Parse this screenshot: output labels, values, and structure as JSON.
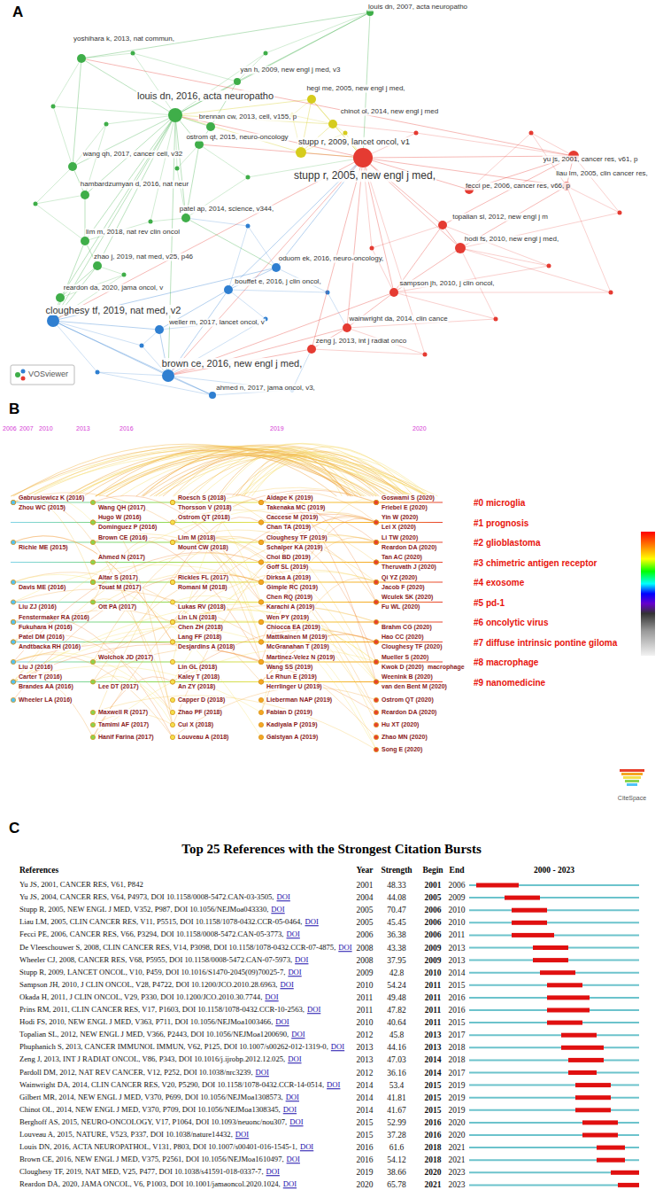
{
  "diagram": {
    "nodes": [
      {
        "text": [
          "louis dn, 2007, acta neuropatho"
        ]
      },
      {
        "text": [
          "yoshihara k, 2013, nat commun,"
        ]
      },
      {
        "text": [
          "yan h, 2009, new engl j med, v3"
        ]
      },
      {
        "text": [
          "hegi me, 2005, new engl j med,"
        ]
      },
      {
        "text": [
          "louis dn, 2016, acta neuropatho"
        ]
      },
      {
        "text": [
          "brennan cw, 2013, cell, v155, p"
        ]
      },
      {
        "text": [
          "chinot ol, 2014, new engl j med"
        ]
      },
      {
        "text": [
          "ostrom qt, 2015, neuro-oncology"
        ]
      },
      {
        "text": [
          "wang qh, 2017, cancer cell, v32"
        ]
      },
      {
        "text": [
          "stupp r, 2009, lancet oncol, v1"
        ]
      },
      {
        "text": [
          "stupp r, 2005, new engl j med,"
        ]
      },
      {
        "text": [
          "hambardzumyan d, 2016, nat neur"
        ]
      },
      {
        "text": [
          "yu js, 2001, cancer res, v61, p"
        ]
      },
      {
        "text": [
          "fecci pe, 2006, cancer res, v66, p"
        ]
      },
      {
        "text": [
          "liau lm, 2005, clin cancer res,"
        ]
      },
      {
        "text": [
          "patel ap, 2014, science, v344,"
        ]
      },
      {
        "text": [
          "topalian sl, 2012, new engl j m"
        ]
      },
      {
        "text": [
          "lim m, 2018, nat rev clin oncol"
        ]
      },
      {
        "text": [
          "hodi fs, 2010, new engl j med,"
        ]
      },
      {
        "text": [
          "zhao j, 2019, nat med, v25, p46"
        ]
      },
      {
        "text": [
          "oduom ek, 2016, neuro-oncology,"
        ]
      },
      {
        "text": [
          "bouffet e, 2016, j clin oncol,"
        ]
      },
      {
        "text": [
          "sampson jh, 2010, j clin oncol,"
        ]
      },
      {
        "text": [
          "reardon da, 2020, jama oncol, v"
        ]
      },
      {
        "text": [
          "cloughesy tf, 2019, nat med, v2"
        ]
      },
      {
        "text": [
          "weller m, 2017, lancet oncol, v"
        ]
      },
      {
        "text": [
          "wainwright da, 2014, clin cance"
        ]
      },
      {
        "text": [
          "zeng j, 2013, int j radiat onco"
        ]
      },
      {
        "text": [
          "brown ce, 2016, new engl j med,"
        ]
      },
      {
        "text": [
          "ahmed n, 2017, jama oncol, v3,"
        ]
      }
    ],
    "edges": [
      {
        "from": 4,
        "to": 0,
        "arrow": "none"
      },
      {
        "from": 4,
        "to": 1,
        "arrow": "none"
      },
      {
        "from": 4,
        "to": 2,
        "arrow": "none"
      },
      {
        "from": 4,
        "to": 5,
        "arrow": "none"
      },
      {
        "from": 4,
        "to": 7,
        "arrow": "none"
      },
      {
        "from": 4,
        "to": 8,
        "arrow": "none"
      },
      {
        "from": 4,
        "to": 11,
        "arrow": "none"
      },
      {
        "from": 4,
        "to": 15,
        "arrow": "none"
      },
      {
        "from": 4,
        "to": 17,
        "arrow": "none"
      },
      {
        "from": 4,
        "to": 19,
        "arrow": "none"
      },
      {
        "from": 4,
        "to": 23,
        "arrow": "none"
      },
      {
        "from": 5,
        "to": 2,
        "arrow": "none"
      },
      {
        "from": 5,
        "to": 7,
        "arrow": "none"
      },
      {
        "from": 1,
        "to": 8,
        "arrow": "none"
      },
      {
        "from": 8,
        "to": 11,
        "arrow": "none"
      },
      {
        "from": 11,
        "to": 17,
        "arrow": "none"
      },
      {
        "from": 17,
        "to": 19,
        "arrow": "none"
      },
      {
        "from": 19,
        "to": 23,
        "arrow": "none"
      },
      {
        "from": 15,
        "to": 7,
        "arrow": "none"
      },
      {
        "from": 1,
        "to": 0,
        "arrow": "none"
      },
      {
        "from": 2,
        "to": 0,
        "arrow": "none"
      },
      {
        "from": 3,
        "to": 6,
        "arrow": "none"
      },
      {
        "from": 3,
        "to": 9,
        "arrow": "none"
      },
      {
        "from": 6,
        "to": 9,
        "arrow": "none"
      },
      {
        "from": 3,
        "to": 10,
        "arrow": "none"
      },
      {
        "from": 9,
        "to": 10,
        "arrow": "none"
      },
      {
        "from": 6,
        "to": 10,
        "arrow": "none"
      },
      {
        "from": 3,
        "to": 4,
        "arrow": "none"
      },
      {
        "from": 9,
        "to": 4,
        "arrow": "none"
      },
      {
        "from": 6,
        "to": 4,
        "arrow": "none"
      },
      {
        "from": 10,
        "to": 12,
        "arrow": "none"
      },
      {
        "from": 10,
        "to": 13,
        "arrow": "none"
      },
      {
        "from": 10,
        "to": 14,
        "arrow": "none"
      },
      {
        "from": 10,
        "to": 16,
        "arrow": "none"
      },
      {
        "from": 10,
        "to": 18,
        "arrow": "none"
      },
      {
        "from": 10,
        "to": 22,
        "arrow": "none"
      },
      {
        "from": 10,
        "to": 26,
        "arrow": "none"
      },
      {
        "from": 10,
        "to": 27,
        "arrow": "none"
      },
      {
        "from": 12,
        "to": 13,
        "arrow": "none"
      },
      {
        "from": 12,
        "to": 14,
        "arrow": "none"
      },
      {
        "from": 13,
        "to": 14,
        "arrow": "none"
      },
      {
        "from": 16,
        "to": 18,
        "arrow": "none"
      },
      {
        "from": 16,
        "to": 22,
        "arrow": "none"
      },
      {
        "from": 22,
        "to": 26,
        "arrow": "none"
      },
      {
        "from": 26,
        "to": 27,
        "arrow": "none"
      },
      {
        "from": 18,
        "to": 22,
        "arrow": "none"
      },
      {
        "from": 12,
        "to": 16,
        "arrow": "none"
      },
      {
        "from": 14,
        "to": 18,
        "arrow": "none"
      },
      {
        "from": 24,
        "to": 28,
        "arrow": "none"
      },
      {
        "from": 24,
        "to": 25,
        "arrow": "none"
      },
      {
        "from": 25,
        "to": 28,
        "arrow": "none"
      },
      {
        "from": 28,
        "to": 29,
        "arrow": "none"
      },
      {
        "from": 20,
        "to": 21,
        "arrow": "none"
      },
      {
        "from": 21,
        "to": 28,
        "arrow": "none"
      },
      {
        "from": 20,
        "to": 24,
        "arrow": "none"
      },
      {
        "from": 24,
        "to": 29,
        "arrow": "none"
      },
      {
        "from": 25,
        "to": 21,
        "arrow": "none"
      },
      {
        "from": 10,
        "to": 4,
        "arrow": "none"
      },
      {
        "from": 10,
        "to": 7,
        "arrow": "none"
      },
      {
        "from": 10,
        "to": 24,
        "arrow": "none"
      },
      {
        "from": 10,
        "to": 28,
        "arrow": "none"
      },
      {
        "from": 4,
        "to": 24,
        "arrow": "none"
      },
      {
        "from": 4,
        "to": 28,
        "arrow": "none"
      },
      {
        "from": 23,
        "to": 24,
        "arrow": "none"
      },
      {
        "from": 22,
        "to": 28,
        "arrow": "none"
      },
      {
        "from": 20,
        "to": 10,
        "arrow": "none"
      },
      {
        "from": 21,
        "to": 10,
        "arrow": "none"
      },
      {
        "from": 26,
        "to": 28,
        "arrow": "none"
      },
      {
        "from": 27,
        "to": 28,
        "arrow": "none"
      },
      {
        "from": 15,
        "to": 20,
        "arrow": "none"
      },
      {
        "from": 17,
        "to": 24,
        "arrow": "none"
      },
      {
        "from": 19,
        "to": 24,
        "arrow": "none"
      },
      {
        "from": 12,
        "to": 1,
        "arrow": "none"
      },
      {
        "from": 0,
        "to": 10,
        "arrow": "none"
      }
    ],
    "labels": [
      "A",
      "VOSviewer",
      "B",
      "2006",
      "2007",
      "2010",
      "2013",
      "2016",
      "2019",
      "2020",
      "#0 microglia",
      "#1 prognosis",
      "#2 glioblastoma",
      "#3 chimetric antigen receptor",
      "#4 exosome",
      "#5 pd-1",
      "#6 oncolytic virus",
      "#7 diffuse intrinsic pontine giloma",
      "#8 macrophage",
      "#9 nanomedicine",
      "Gabrusiewicz K (2016)",
      "Roesch S (2018)",
      "Aldape K (2019)",
      "Goswami S (2020)",
      "Zhou WC (2015)",
      "Wang QH (2017)",
      "Thorsson V (2018)",
      "Takenaka MC (2019)",
      "Friebel E (2020)",
      "Hugo W (2016)",
      "Ostrom QT (2018)",
      "Caccese M (2019)",
      "Yin W (2020)",
      "Dominguez P (2016)",
      "Chan TA (2019)",
      "Lei X (2020)",
      "Brown CE (2016)",
      "Lim M (2018)",
      "Cloughesy TF (2019)",
      "Li TW (2020)",
      "Richie ME (2015)",
      "Mount CW (2018)",
      "Schalper KA (2019)",
      "Reardon DA (2020)",
      "Ahmed N (2017)",
      "Choi BD (2019)",
      "Tan AC (2020)",
      "Goff SL (2019)",
      "Theruvath J (2020)",
      "Altar S (2017)",
      "Rickles FL (2017)",
      "Dirksa A (2019)",
      "Qi YZ (2020)",
      "Davis ME (2016)",
      "Touat M (2017)",
      "Romani M (2018)",
      "Gimple RC (2019)",
      "Jacob F (2020)",
      "Chen RQ (2019)",
      "Wculek SK (2020)",
      "Liu ZJ (2016)",
      "Ott PA (2017)",
      "Lukas RV (2018)",
      "Karachi A (2019)",
      "Fu WL (2020)",
      "Fenstermaker RA (2016)",
      "Lin LN (2018)",
      "Wen PY (2019)",
      "Fukuhara H (2016)",
      "Chen ZH (2018)",
      "Chiocca EA (2019)",
      "Brahm CG (2020)",
      "Patel DM (2016)",
      "Lang FF (2018)",
      "Mattikainen M (2019)",
      "Hao CC (2020)",
      "Andtbacka RH (2016)",
      "Desjardins A (2018)",
      "McGranahan T (2019)",
      "Cloughesy TF (2020)",
      "Wolchok JD (2017)",
      "Martinez-Velez N (2019)",
      "Mueller S (2020)",
      "Liu J (2016)",
      "Lin GL (2018)",
      "Wang SS (2019)",
      "Kwok D (2020)",
      "Carter T (2016)",
      "Kaley T (2018)",
      "Le Rhun E (2019)",
      "Weenink B (2020)",
      "Brandes AA (2016)",
      "Lee DT (2017)",
      "An ZY (2018)",
      "Herrlinger U (2019)",
      "van den Bent M (2020)",
      "Wheeler LA (2016)",
      "Capper D (2018)",
      "Lieberman NAP (2019)",
      "Ostrom QT (2020)",
      "Maxwell R (2017)",
      "Zhao PF (2018)",
      "Fabian D (2019)",
      "Reardon DA (2020)",
      "Tamimi AF (2017)",
      "Cui X (2018)",
      "Kadiyala P (2019)",
      "Hu XT (2020)",
      "Hanif Farina (2017)",
      "Louveau A (2018)",
      "Galstyan A (2019)",
      "Zhao MN (2020)",
      "Song E (2020)",
      "macrophage",
      "CiteSpace",
      "C",
      "Top 25 References with the Strongest Citation Bursts",
      "References",
      "Year",
      "Strength",
      "Begin",
      "End",
      "2000 - 2023",
      "Yu JS, 2001, CANCER RES, V61, P842",
      "2001",
      "48.33",
      "2001",
      "2006",
      "Yu JS, 2004, CANCER RES, V64, P4973, DOI 10.1158/0008-5472.CAN-03-3505,",
      "DOI",
      "2004",
      "44.08",
      "2005",
      "2009",
      "Stupp R, 2005, NEW ENGL J MED, V352, P987, DOI 10.1056/NEJMoa043330,",
      "DOI",
      "2005",
      "70.47",
      "2006",
      "2010",
      "Liau LM, 2005, CLIN CANCER RES, V11, P5515, DOI 10.1158/1078-0432.CCR-05-0464,",
      "DOI",
      "2005",
      "45.45",
      "2006",
      "2010",
      "Fecci PE, 2006, CANCER RES, V66, P3294, DOI 10.1158/0008-5472.CAN-05-3773,",
      "DOI",
      "2006",
      "36.38",
      "2006",
      "2011",
      "De Vleeschouwer S, 2008, CLIN CANCER RES, V14, P3098, DOI 10.1158/1078-0432.CCR-07-4875,",
      "DOI",
      "2008",
      "43.38",
      "2009",
      "2013",
      "Wheeler CJ, 2008, CANCER RES, V68, P5955, DOI 10.1158/0008-5472.CAN-07-5973,",
      "DOI",
      "2008",
      "37.95",
      "2009",
      "2013",
      "Stupp R, 2009, LANCET ONCOL, V10, P459, DOI 10.1016/S1470-2045(09)70025-7,",
      "DOI",
      "2009",
      "42.8",
      "2010",
      "2014",
      "Sampson JH, 2010, J CLIN ONCOL, V28, P4722, DOI 10.1200/JCO.2010.28.6963,",
      "DOI",
      "2010",
      "54.24",
      "2011",
      "2015",
      "Okada H, 2011, J CLIN ONCOL, V29, P330, DOI 10.1200/JCO.2010.30.7744,",
      "DOI",
      "2011",
      "49.48",
      "2011",
      "2016",
      "Prins RM, 2011, CLIN CANCER RES, V17, P1603, DOI 10.1158/1078-0432.CCR-10-2563,",
      "DOI",
      "2011",
      "47.82",
      "2011",
      "2016",
      "Hodi FS, 2010, NEW ENGL J MED, V363, P711, DOI 10.1056/NEJMoa1003466,",
      "DOI",
      "2010",
      "40.64",
      "2011",
      "2015",
      "Topalian SL, 2012, NEW ENGL J MED, V366, P2443, DOI 10.1056/NEJMoa1200690,",
      "DOI",
      "2012",
      "45.8",
      "2013",
      "2017",
      "Phuphanich S, 2013, CANCER IMMUNOL IMMUN, V62, P125, DOI 10.1007/s00262-012-1319-0,",
      "DOI",
      "2013",
      "44.16",
      "2013",
      "2018",
      "Zeng J, 2013, INT J RADIAT ONCOL, V86, P343, DOI 10.1016/j.ijrobp.2012.12.025,",
      "DOI",
      "2013",
      "47.03",
      "2014",
      "2018",
      "Pardoll DM, 2012, NAT REV CANCER, V12, P252, DOI 10.1038/nrc3239,",
      "DOI",
      "2012",
      "36.16",
      "2014",
      "2017",
      "Wainwright DA, 2014, CLIN CANCER RES, V20, P5290, DOI 10.1158/1078-0432.CCR-14-0514,",
      "DOI",
      "2014",
      "53.4",
      "2015",
      "2019",
      "Gilbert MR, 2014, NEW ENGL J MED, V370, P699, DOI 10.1056/NEJMoa1308573,",
      "DOI",
      "2014",
      "41.81",
      "2015",
      "2019",
      "Chinot OL, 2014, NEW ENGL J MED, V370, P709, DOI 10.1056/NEJMoa1308345,",
      "DOI",
      "2014",
      "41.67",
      "2015",
      "2019",
      "Berghoff AS, 2015, NEURO-ONCOLOGY, V17, P1064, DOI 10.1093/neuonc/nou307,",
      "DOI",
      "2015",
      "52.99",
      "2016",
      "2020",
      "Louveau A, 2015, NATURE, V523, P337, DOI 10.1038/nature14432,",
      "DOI",
      "2015",
      "37.28",
      "2016",
      "2020",
      "Louis DN, 2016, ACTA NEUROPATHOL, V131, P803, DOI 10.1007/s00401-016-1545-1,",
      "DOI",
      "2016",
      "61.6",
      "2018",
      "2021",
      "Brown CE, 2016, NEW ENGL J MED, V375, P2561, DOI 10.1056/NEJMoa1610497,",
      "DOI",
      "2016",
      "54.12",
      "2018",
      "2021",
      "Cloughesy TF, 2019, NAT MED, V25, P477, DOI 10.1038/s41591-018-0337-7,",
      "DOI",
      "2019",
      "38.66",
      "2020",
      "2023",
      "Reardon DA, 2020, JAMA ONCOL, V6, P1003, DOI 10.1001/jamaoncol.2020.1024,",
      "DOI",
      "2020",
      "65.78",
      "2021",
      "2023"
    ]
  }
}
